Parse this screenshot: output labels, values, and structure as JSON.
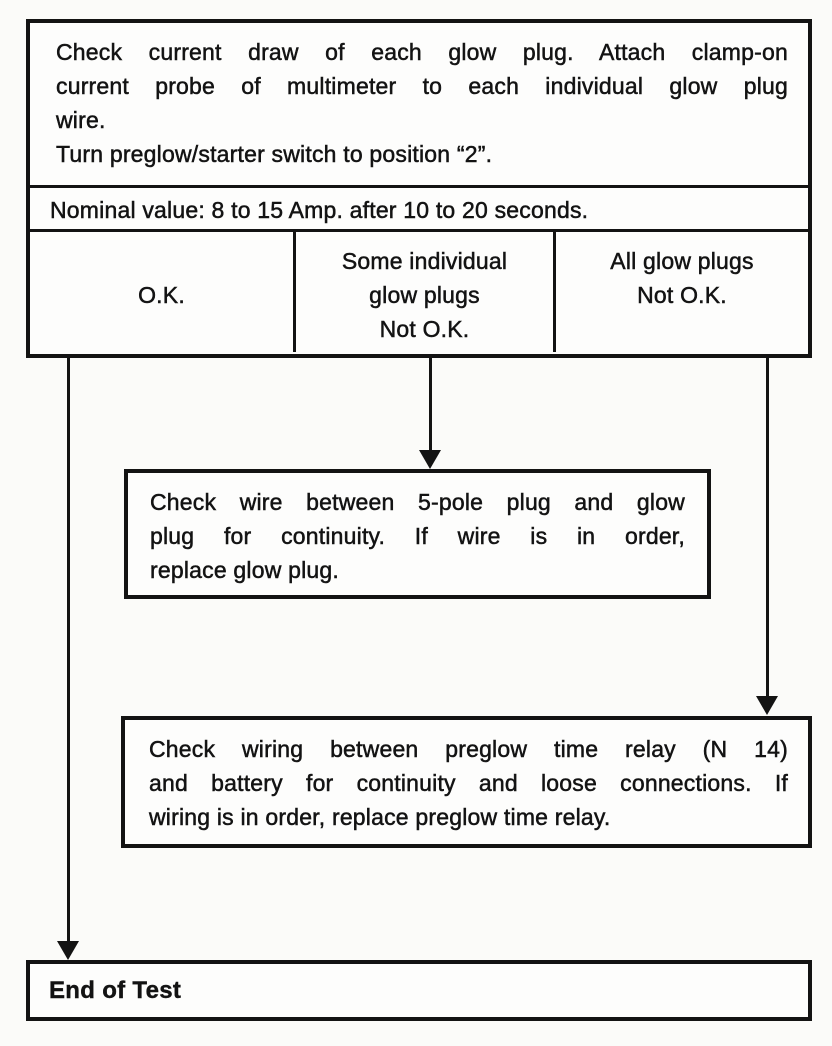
{
  "flow": {
    "procedure_box": {
      "instructions_lines": [
        "Check current draw of each glow plug. Attach clamp-on",
        "current probe of multimeter to each individual glow plug",
        "wire."
      ],
      "action_line": "Turn preglow/starter switch to position “2”.",
      "nominal_value": "Nominal value: 8 to 15 Amp. after 10 to 20 seconds.",
      "outcomes": [
        {
          "label_lines": [
            "O.K."
          ]
        },
        {
          "label_lines": [
            "Some individual",
            "glow plugs",
            "Not O.K."
          ]
        },
        {
          "label_lines": [
            "All glow plugs",
            "Not O.K."
          ]
        }
      ]
    },
    "check_wire_box_lines": [
      "Check wire between 5-pole plug and glow",
      "plug for continuity. If wire is in order,",
      "replace glow plug."
    ],
    "check_wiring_box_lines": [
      "Check wiring between preglow time relay (N 14)",
      "and battery for continuity and loose connections. If",
      "wiring is in order, replace preglow time relay."
    ],
    "end_box_label": "End of Test"
  }
}
